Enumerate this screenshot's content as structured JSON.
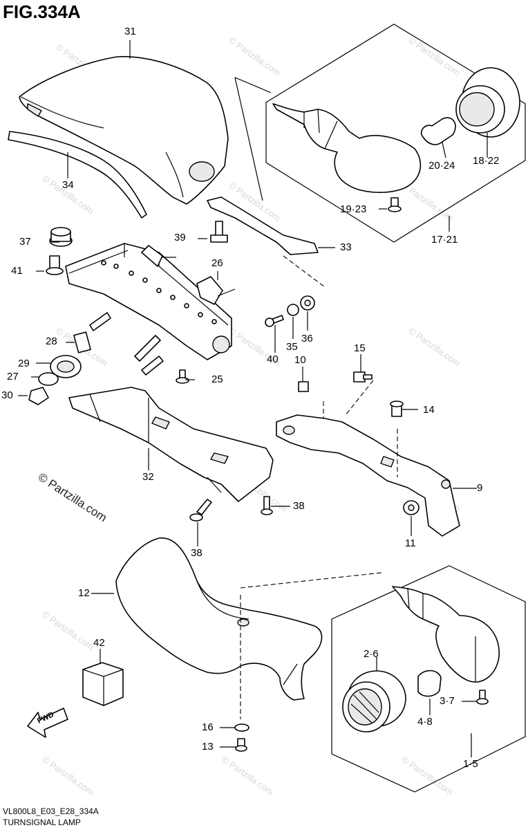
{
  "figure": {
    "title": "FIG.334A",
    "code": "VL800L8_E03_E28_334A",
    "name": "TURNSIGNAL LAMP",
    "copyright": "© Partzilla.com",
    "watermark": "© Partzilla.com"
  },
  "callouts": {
    "p31": "31",
    "p34": "34",
    "p37": "37",
    "p41": "41",
    "p39": "39",
    "p26": "26",
    "p33": "33",
    "p28": "28",
    "p29": "29",
    "p27": "27",
    "p30": "30",
    "p25": "25",
    "p32": "32",
    "p40": "40",
    "p35": "35",
    "p36": "36",
    "p10": "10",
    "p15": "15",
    "p14": "14",
    "p9": "9",
    "p11": "11",
    "p38a": "38",
    "p38b": "38",
    "p12": "12",
    "p42": "42",
    "p16": "16",
    "p13": "13",
    "p2_6": "2·6",
    "p3_7": "3·7",
    "p4_8": "4·8",
    "p1_5": "1·5",
    "p19_23": "19·23",
    "p20_24": "20·24",
    "p18_22": "18·22",
    "p17_21": "17·21"
  },
  "fwd_label": "FWD"
}
